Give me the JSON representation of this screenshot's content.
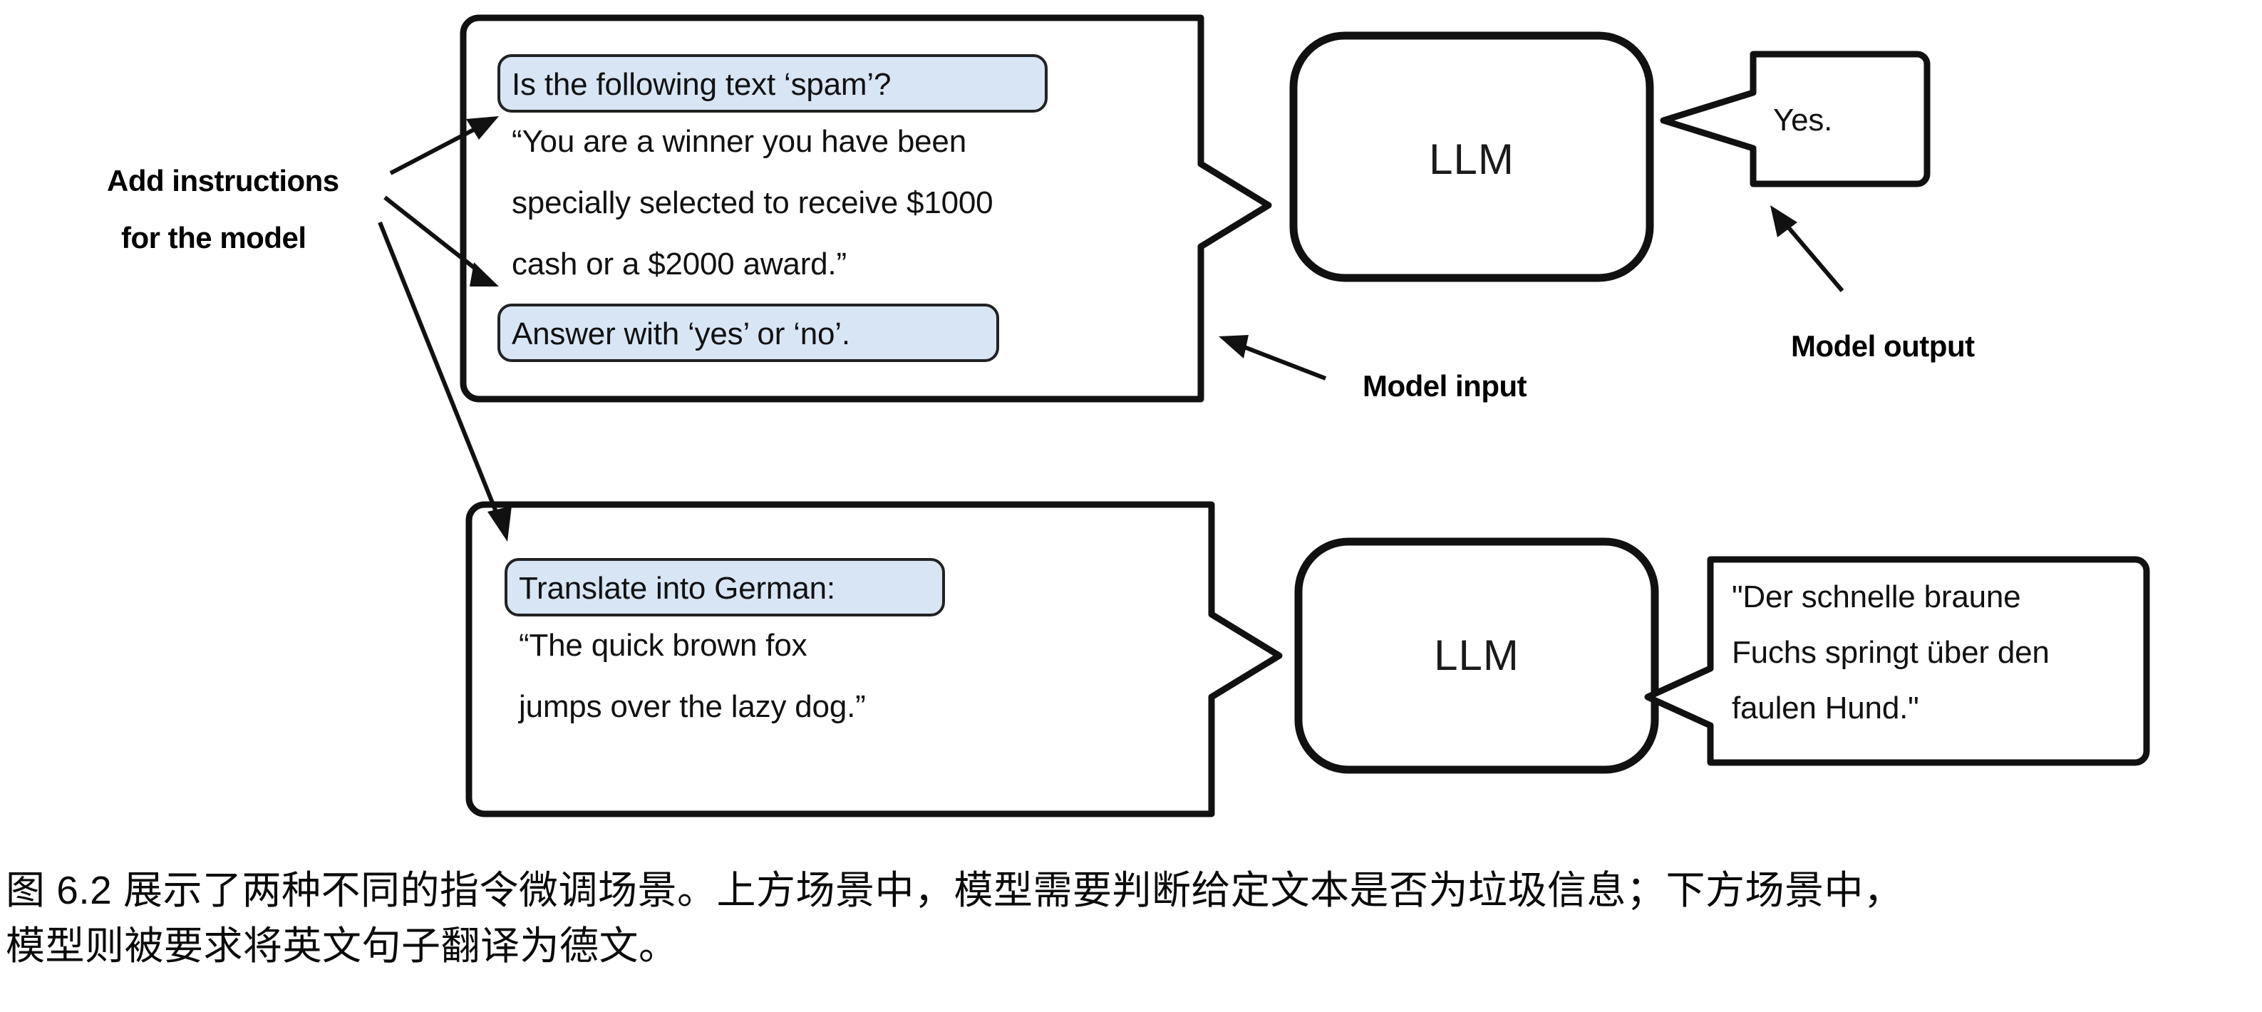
{
  "figure": {
    "scenarios": [
      {
        "id": "spam-classification",
        "instruction_pill_top": "Is the following text ‘spam’?",
        "body_lines": [
          "“You are a winner you have been",
          "specially selected to receive $1000",
          "cash or a $2000 award.”"
        ],
        "instruction_pill_bottom": "Answer with ‘yes’ or ‘no’.",
        "model_label": "LLM",
        "output_lines": [
          "Yes."
        ]
      },
      {
        "id": "german-translation",
        "instruction_pill_top": "Translate into German:",
        "body_lines": [
          "“The quick brown fox",
          "jumps over the lazy dog.”"
        ],
        "instruction_pill_bottom": "",
        "model_label": "LLM",
        "output_lines": [
          "\"Der schnelle braune",
          "Fuchs springt über den",
          "faulen Hund.\""
        ]
      }
    ],
    "annotations": {
      "add_instructions_line1": "Add instructions",
      "add_instructions_line2": "for the model",
      "model_input": "Model input",
      "model_output": "Model output"
    },
    "colors": {
      "pill_fill": "#d8e5f5",
      "pill_stroke": "#2a2a2a",
      "outline": "#111111",
      "background": "#ffffff",
      "text": "#111111"
    }
  },
  "caption": {
    "text": "图 6.2 展示了两种不同的指令微调场景。上方场景中，模型需要判断给定文本是否为垃圾信息；下方场景中，\n模型则被要求将英文句子翻译为德文。"
  }
}
